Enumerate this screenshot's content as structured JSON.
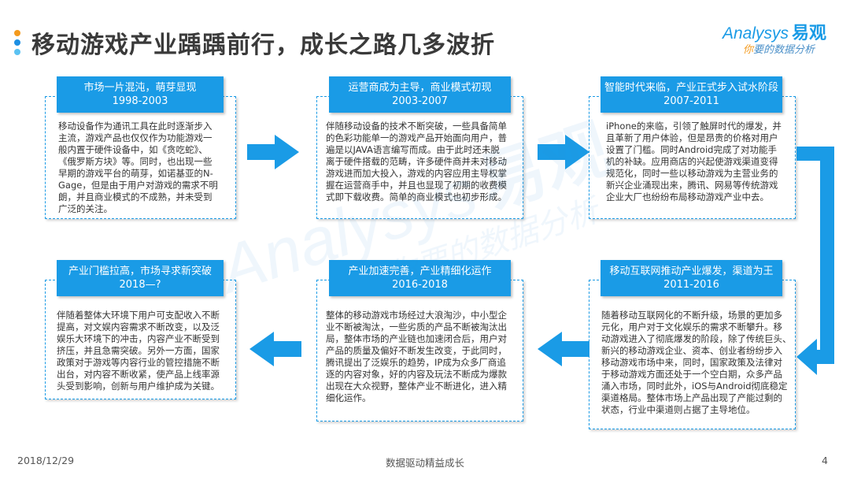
{
  "title": "移动游戏产业踽踽前行，成长之路几多波折",
  "logo": {
    "brand_en": "Analysys",
    "brand_cn": "易观",
    "tagline_highlight": "你",
    "tagline_rest": "要的数据分析"
  },
  "colors": {
    "accent": "#1A9BE6",
    "title_text": "#3A3A3A",
    "body_text": "#333333",
    "bullet_orange": "#F39A1E",
    "bullet_blue": "#1C8FE3",
    "bullet_light_blue": "#5BC2F2",
    "tagline_highlight": "#F39A1E",
    "tagline_rest": "#4A8FC8"
  },
  "icons": {
    "flow_forward": "arrow-right-icon",
    "flow_back": "arrow-left-icon",
    "row_turn": "bent-arrow-icon"
  },
  "stages": [
    {
      "title": "市场一片混沌，萌芽显现",
      "period": "1998-2003",
      "lines": [
        "移动设备作为通讯工具在此时逐渐步入",
        "主流，游戏产品也仅仅作为功能游戏一",
        "般内置于硬件设备中，如《贪吃蛇》、",
        "《俄罗斯方块》等。同时，也出现一些",
        "早期的游戏平台的萌芽，如诺基亚的N-",
        "Gage，但是由于用户对游戏的需求不明",
        "朗，并且商业模式的不成熟，并未受到",
        "广泛的关注。"
      ]
    },
    {
      "title": "运营商成为主导，商业模式初现",
      "period": "2003-2007",
      "lines": [
        "伴随移动设备的技术不断突破，一些具备简单",
        "的色彩功能单一的游戏产品开始面向用户，普",
        "遍是以JAVA语言编写而成。由于此时还未脱",
        "离于硬件搭载的范畴，许多硬件商并未对移动",
        "游戏进而加大投入，游戏的内容应用主导权掌",
        "握在运营商手中，并且也显现了初期的收费模",
        "式即下载收费。简单的商业模式也初步形成。"
      ]
    },
    {
      "title": "智能时代来临，产业正式步入试水阶段",
      "period": "2007-2011",
      "lines": [
        "iPhone的来临，引领了触屏时代的爆发，并",
        "且革新了用户体验，但是昂贵的价格对用户",
        "设置了门槛。同时Android完成了对功能手",
        "机的补缺。应用商店的兴起使游戏渠道变得",
        "规范化，同时一些以移动游戏为主营业务的",
        "新兴企业涌现出来，腾讯、网易等传统游戏",
        "企业大厂也纷纷布局移动游戏产业中去。"
      ]
    },
    {
      "title": "移动互联网推动产业爆发，渠道为王",
      "period": "2011-2016",
      "lines": [
        "随着移动互联网化的不断升级，场景的更加多",
        "元化，用户对于文化娱乐的需求不断攀升。移",
        "动游戏进入了彻底爆发的阶段，除了传统巨头、",
        "新兴的移动游戏企业、资本、创业者纷纷步入",
        "移动游戏市场中来，同时，国家政策及法律对",
        "于移动游戏方面还处于一个空白期，众多产品",
        "涌入市场，同时此外，iOS与Android彻底稳定",
        "渠道格局。整体市场上产品出现了产能过剩的",
        "状态，行业中渠道则占据了主导地位。"
      ]
    },
    {
      "title": "产业加速完善，产业精细化运作",
      "period": "2016-2018",
      "lines": [
        "整体的移动游戏市场经过大浪淘沙，中小型企",
        "业不断被淘汰，一些劣质的产品不断被淘汰出",
        "局，整体市场的产业链也加速闭合后，用户对",
        "产品的质量及偏好不断发生改变，于此同时，",
        "腾讯提出了泛娱乐的趋势，IP成为众多厂商追",
        "逐的内容对象，好的内容及玩法不断成为爆款",
        "出现在大众视野，整体产业不断进化，进入精",
        "细化运作。"
      ]
    },
    {
      "title": "产业门槛拉高，市场寻求新突破",
      "period": "2018—?",
      "lines": [
        "伴随着整体大环境下用户可支配收入不断",
        "提高，对文娱内容需求不断改变，以及泛",
        "娱乐大环境下的冲击，内容产业不断受到",
        "挤压，并且急需突破。另外一方面，国家",
        "政策对于游戏等内容行业的管控措施不断",
        "出台，对内容不断收紧，使产品上线率源",
        "头受到影响，创新与用户维护成为关键。"
      ]
    }
  ],
  "footer": {
    "date": "2018/12/29",
    "slogan": "数据驱动精益成长",
    "page_number": "4"
  }
}
